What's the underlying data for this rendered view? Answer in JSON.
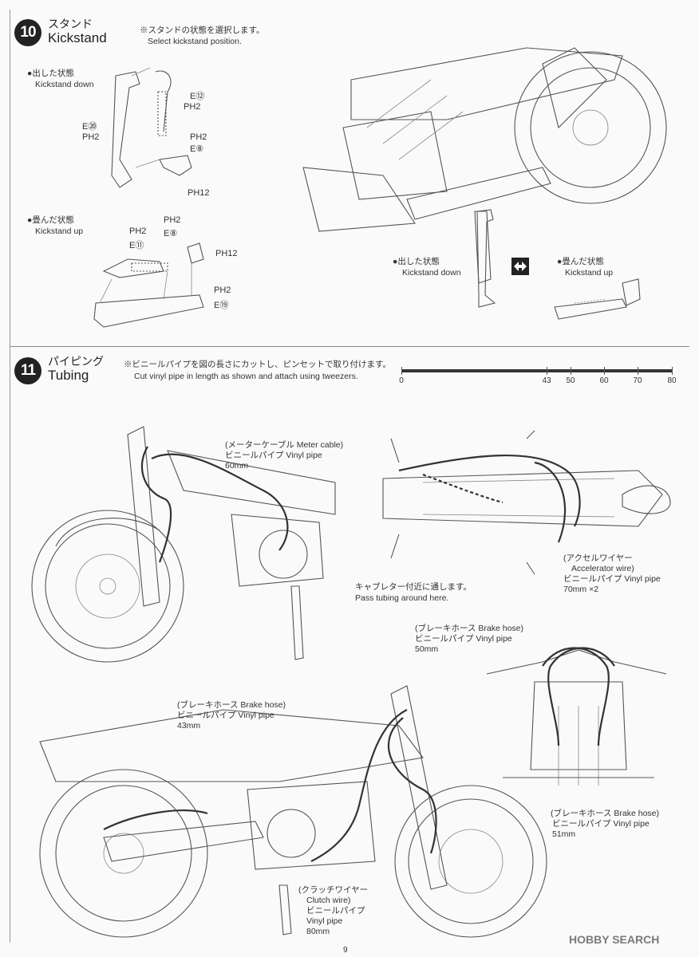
{
  "step10": {
    "number": "10",
    "title_jp": "スタンド",
    "title_en": "Kickstand",
    "note_jp": "※スタンドの状態を選択します。",
    "note_en": "Select kickstand position.",
    "down": {
      "label_jp": "●出した状態",
      "label_en": "Kickstand down"
    },
    "up": {
      "label_jp": "●畳んだ状態",
      "label_en": "Kickstand up"
    },
    "down_parts": [
      "E⑫",
      "PH2",
      "E⑳",
      "PH2",
      "PH2",
      "E⑧",
      "PH12"
    ],
    "up_parts": [
      "PH2",
      "E⑪",
      "PH2",
      "E⑧",
      "PH12",
      "PH2",
      "E⑲"
    ],
    "callout_down": {
      "label_jp": "●出した状態",
      "label_en": "Kickstand down"
    },
    "callout_up": {
      "label_jp": "●畳んだ状態",
      "label_en": "Kickstand up"
    }
  },
  "step11": {
    "number": "11",
    "title_jp": "パイピング",
    "title_en": "Tubing",
    "note_jp": "※ビニールパイプを図の長さにカットし、ピンセットで取り付けます。",
    "note_en": "Cut vinyl pipe in length as shown and attach using tweezers.",
    "ruler_ticks": [
      "0",
      "43",
      "50",
      "60",
      "70",
      "80"
    ],
    "meter_cable": {
      "line1": "(メーターケーブル Meter cable)",
      "line2": "ビニールパイプ Vinyl pipe",
      "line3": "60mm"
    },
    "carb_note": {
      "line1": "キャブレター付近に通します。",
      "line2": "Pass tubing around here."
    },
    "accel_wire": {
      "line1": "(アクセルワイヤー",
      "line2": "Accelerator wire)",
      "line3": "ビニールパイプ Vinyl pipe",
      "line4": "70mm ×2"
    },
    "brake_hose_50": {
      "line1": "(ブレーキホース Brake hose)",
      "line2": "ビニールパイプ Vinyl pipe",
      "line3": "50mm"
    },
    "brake_hose_43": {
      "line1": "(ブレーキホース Brake hose)",
      "line2": "ビニールパイプ Vinyl pipe",
      "line3": "43mm"
    },
    "brake_hose_51": {
      "line1": "(ブレーキホース Brake hose)",
      "line2": "ビニールパイプ Vinyl pipe",
      "line3": "51mm"
    },
    "clutch_wire": {
      "line1": "(クラッチワイヤー",
      "line2": "Clutch wire)",
      "line3": "ビニールパイプ",
      "line4": "Vinyl pipe",
      "line5": "80mm"
    }
  },
  "page_number": "9",
  "watermark": "HOBBY SEARCH"
}
